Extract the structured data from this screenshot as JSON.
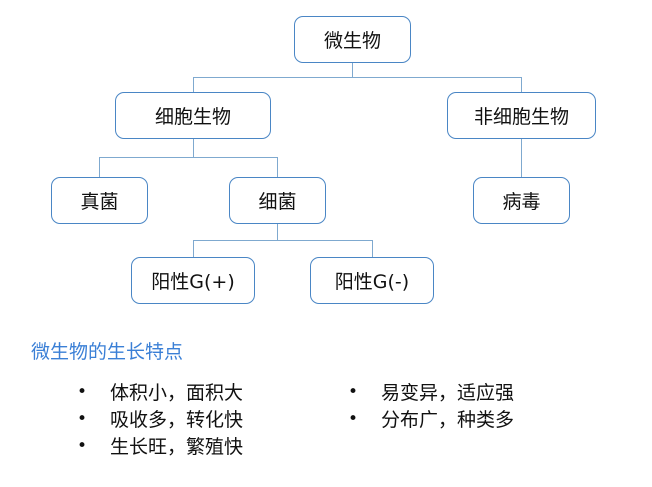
{
  "tree": {
    "root": "微生物",
    "cell_organisms": "细胞生物",
    "non_cell_organisms": "非细胞生物",
    "fungi": "真菌",
    "bacteria": "细菌",
    "virus": "病毒",
    "gram_a": "阳性G(+)",
    "gram_b": "阳性G(-)"
  },
  "traits": {
    "title": "微生物的生长特点",
    "bullet": "•",
    "left": [
      "体积小，面积大",
      "吸收多，转化快",
      "生长旺，繁殖快"
    ],
    "right": [
      "易变异，适应强",
      "分布广，种类多"
    ]
  },
  "colors": {
    "border": "#4a86c5",
    "connector": "#7fa9cf",
    "title_accent": "#3a7fd6"
  }
}
